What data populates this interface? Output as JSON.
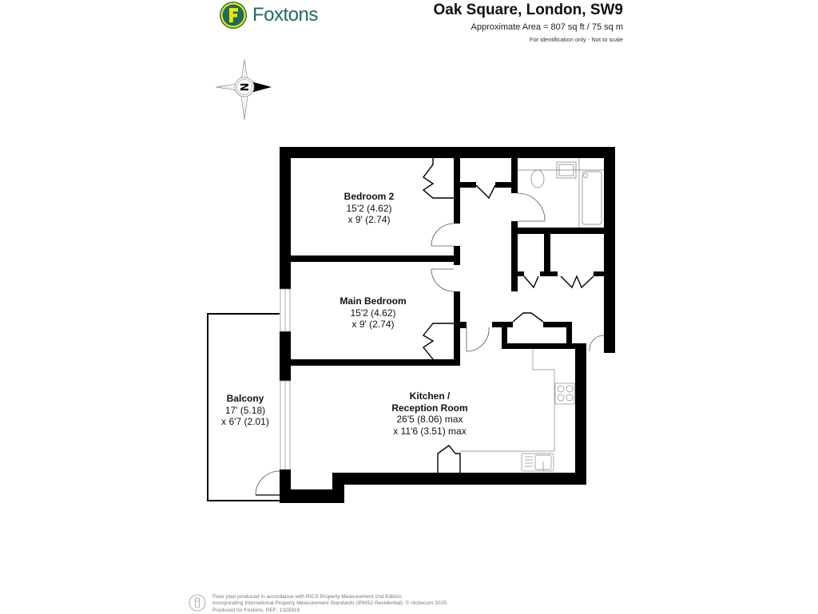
{
  "brand": {
    "name": "Foxtons",
    "badge_letter": "F",
    "colors": {
      "badge_ring": "#f2e400",
      "badge_fill": "#1e6b62",
      "text": "#1e6b62"
    }
  },
  "header": {
    "title": "Oak Square, London, SW9",
    "area": "Approximate Area = 807 sq ft / 75 sq m",
    "note": "For identification only - Not to scale"
  },
  "compass": {
    "label": "N",
    "direction": "east"
  },
  "rooms": [
    {
      "id": "bedroom-2",
      "name": "Bedroom 2",
      "dim1": "15'2 (4.62)",
      "dim2": "x 9' (2.74)"
    },
    {
      "id": "main-bedroom",
      "name": "Main Bedroom",
      "dim1": "15'2 (4.62)",
      "dim2": "x 9' (2.74)"
    },
    {
      "id": "balcony",
      "name": "Balcony",
      "dim1": "17' (5.18)",
      "dim2": "x 6'7 (2.01)"
    },
    {
      "id": "kitchen-reception",
      "name": "Kitchen /",
      "name2": "Reception Room",
      "dim1": "26'5 (8.06) max",
      "dim2": "x 11'6 (3.51) max"
    }
  ],
  "footer": {
    "line1": "Floor plan produced in accordance with RICS Property Measurement 2nd Edition,",
    "line2": "Incorporating International Property Measurement Standards (IPMS2 Residential).  © nichecom 2025.",
    "line3": "Produced for Foxtons.   REF: 1325919"
  }
}
